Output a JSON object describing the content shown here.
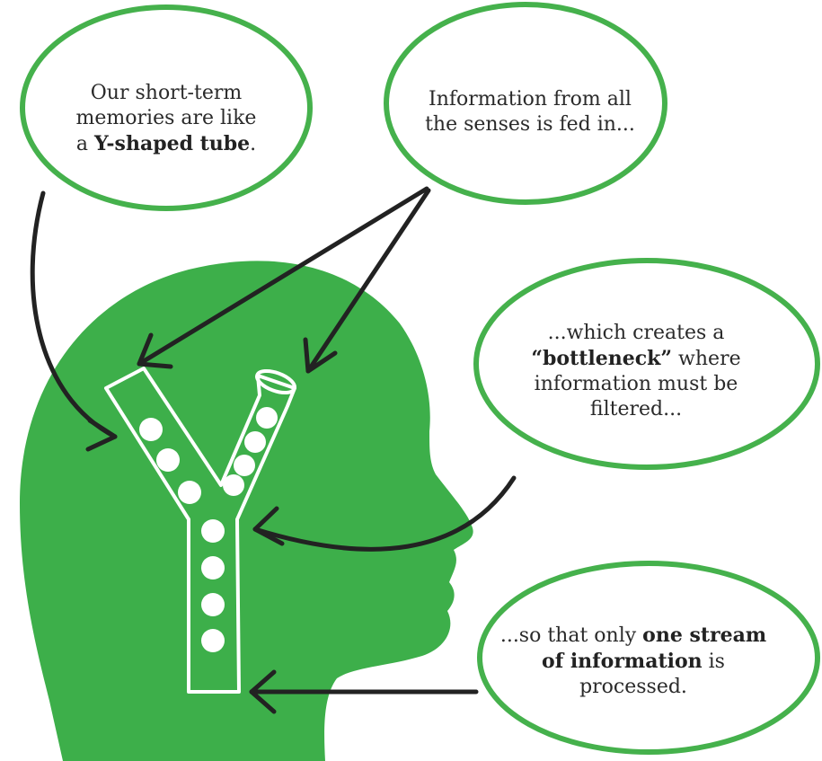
{
  "colors": {
    "head_fill": "#3daf4a",
    "bubble_stroke": "#45b14c",
    "tube_stroke": "#ffffff",
    "arrow": "#222222"
  },
  "bubbles": {
    "short_term": {
      "line1": "Our short-term",
      "line2": "memories are like",
      "line3_prefix": "a ",
      "line3_bold": "Y-shaped tube",
      "line3_suffix": "."
    },
    "senses": {
      "line1": "Information from all",
      "line2": "the senses is fed in..."
    },
    "bottleneck": {
      "line1": "...which creates a",
      "line2_bold": "“bottleneck”",
      "line2_suffix": " where",
      "line3": "information must be",
      "line4": "filtered..."
    },
    "one_stream": {
      "line1_prefix": "...so that only ",
      "line1_bold": "one stream",
      "line2_bold": "of information",
      "line2_suffix": " is",
      "line3": "processed."
    }
  },
  "icons": {
    "head": "head-silhouette-icon",
    "tube": "y-tube-icon",
    "balls": "information-ball-icon"
  }
}
